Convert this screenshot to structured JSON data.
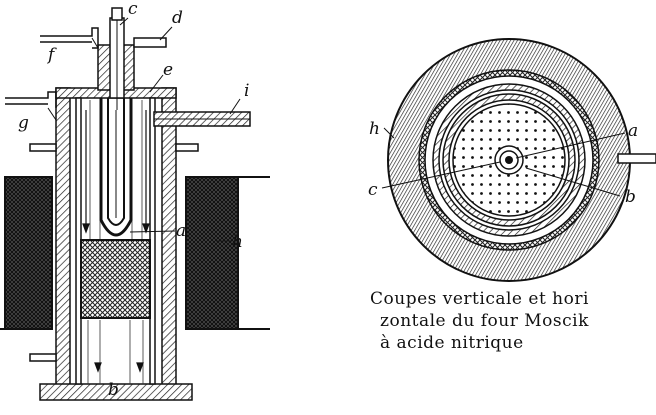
{
  "labels": {
    "vertical": {
      "a": "a",
      "b": "b",
      "c": "c",
      "d": "d",
      "e": "e",
      "f": "f",
      "g": "g",
      "h": "h",
      "i": "i"
    },
    "horizontal": {
      "a": "a",
      "b": "b",
      "c": "c",
      "h": "h"
    }
  },
  "caption": {
    "line1": "Coupes  verticale  et  hori",
    "line2": "zontale  du  four  Moscik",
    "line3": "à acide nitrique"
  }
}
